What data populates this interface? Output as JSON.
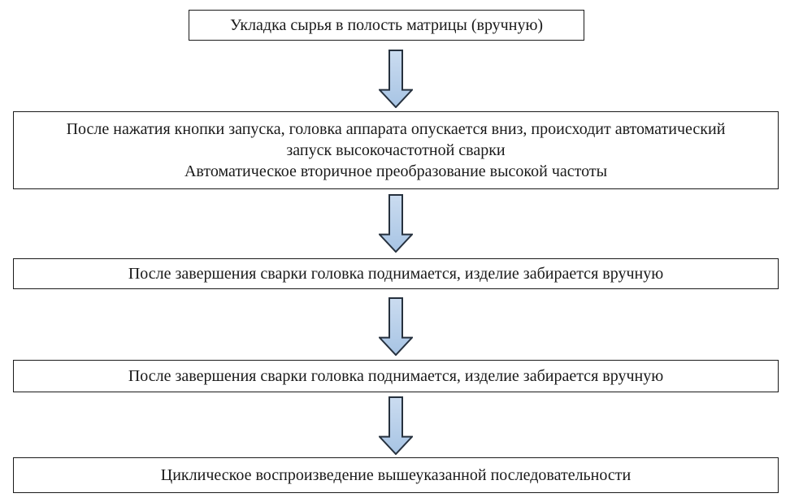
{
  "flowchart": {
    "type": "vertical-flowchart",
    "language": "ru",
    "steps": [
      {
        "id": "step-1",
        "lines": [
          "Укладка сырья в полость матрицы (вручную)"
        ]
      },
      {
        "id": "step-2",
        "lines": [
          "После нажатия кнопки запуска, головка аппарата опускается вниз, происходит автоматический",
          "запуск высокочастотной сварки",
          "Автоматическое вторичное преобразование высокой частоты"
        ]
      },
      {
        "id": "step-3",
        "lines": [
          "После завершения сварки головка поднимается, изделие забирается вручную"
        ]
      },
      {
        "id": "step-4",
        "lines": [
          "После завершения сварки головка поднимается, изделие забирается вручную"
        ]
      },
      {
        "id": "step-5",
        "lines": [
          "Циклическое воспроизведение вышеуказанной последовательности"
        ]
      }
    ],
    "connectors": [
      {
        "from": "step-1",
        "to": "step-2",
        "shape": "block-arrow-down"
      },
      {
        "from": "step-2",
        "to": "step-3",
        "shape": "block-arrow-down"
      },
      {
        "from": "step-3",
        "to": "step-4",
        "shape": "block-arrow-down"
      },
      {
        "from": "step-4",
        "to": "step-5",
        "shape": "block-arrow-down"
      }
    ],
    "colors": {
      "background": "#ffffff",
      "box_border": "#1a1a1a",
      "text": "#1a1a1a",
      "arrow_fill_top": "#cbdcf0",
      "arrow_fill_bottom": "#a7c4e4",
      "arrow_border": "#26313e"
    }
  }
}
